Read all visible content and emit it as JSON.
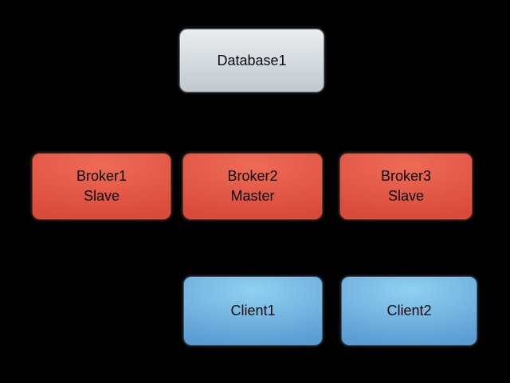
{
  "diagram": {
    "nodes": {
      "database1": {
        "title": "Database1"
      },
      "broker1": {
        "title": "Broker1",
        "role": "Slave"
      },
      "broker2": {
        "title": "Broker2",
        "role": "Master"
      },
      "broker3": {
        "title": "Broker3",
        "role": "Slave"
      },
      "client1": {
        "title": "Client1"
      },
      "client2": {
        "title": "Client2"
      }
    }
  },
  "colors": {
    "background": "#000000",
    "text": "#0a0a0a",
    "database_light": "#e9edef",
    "database_dark": "#c1c9ce",
    "broker_light": "#ed6b55",
    "broker_dark": "#d94a3b",
    "client_light": "#90d0f0",
    "client_dark": "#5b9cd3"
  }
}
